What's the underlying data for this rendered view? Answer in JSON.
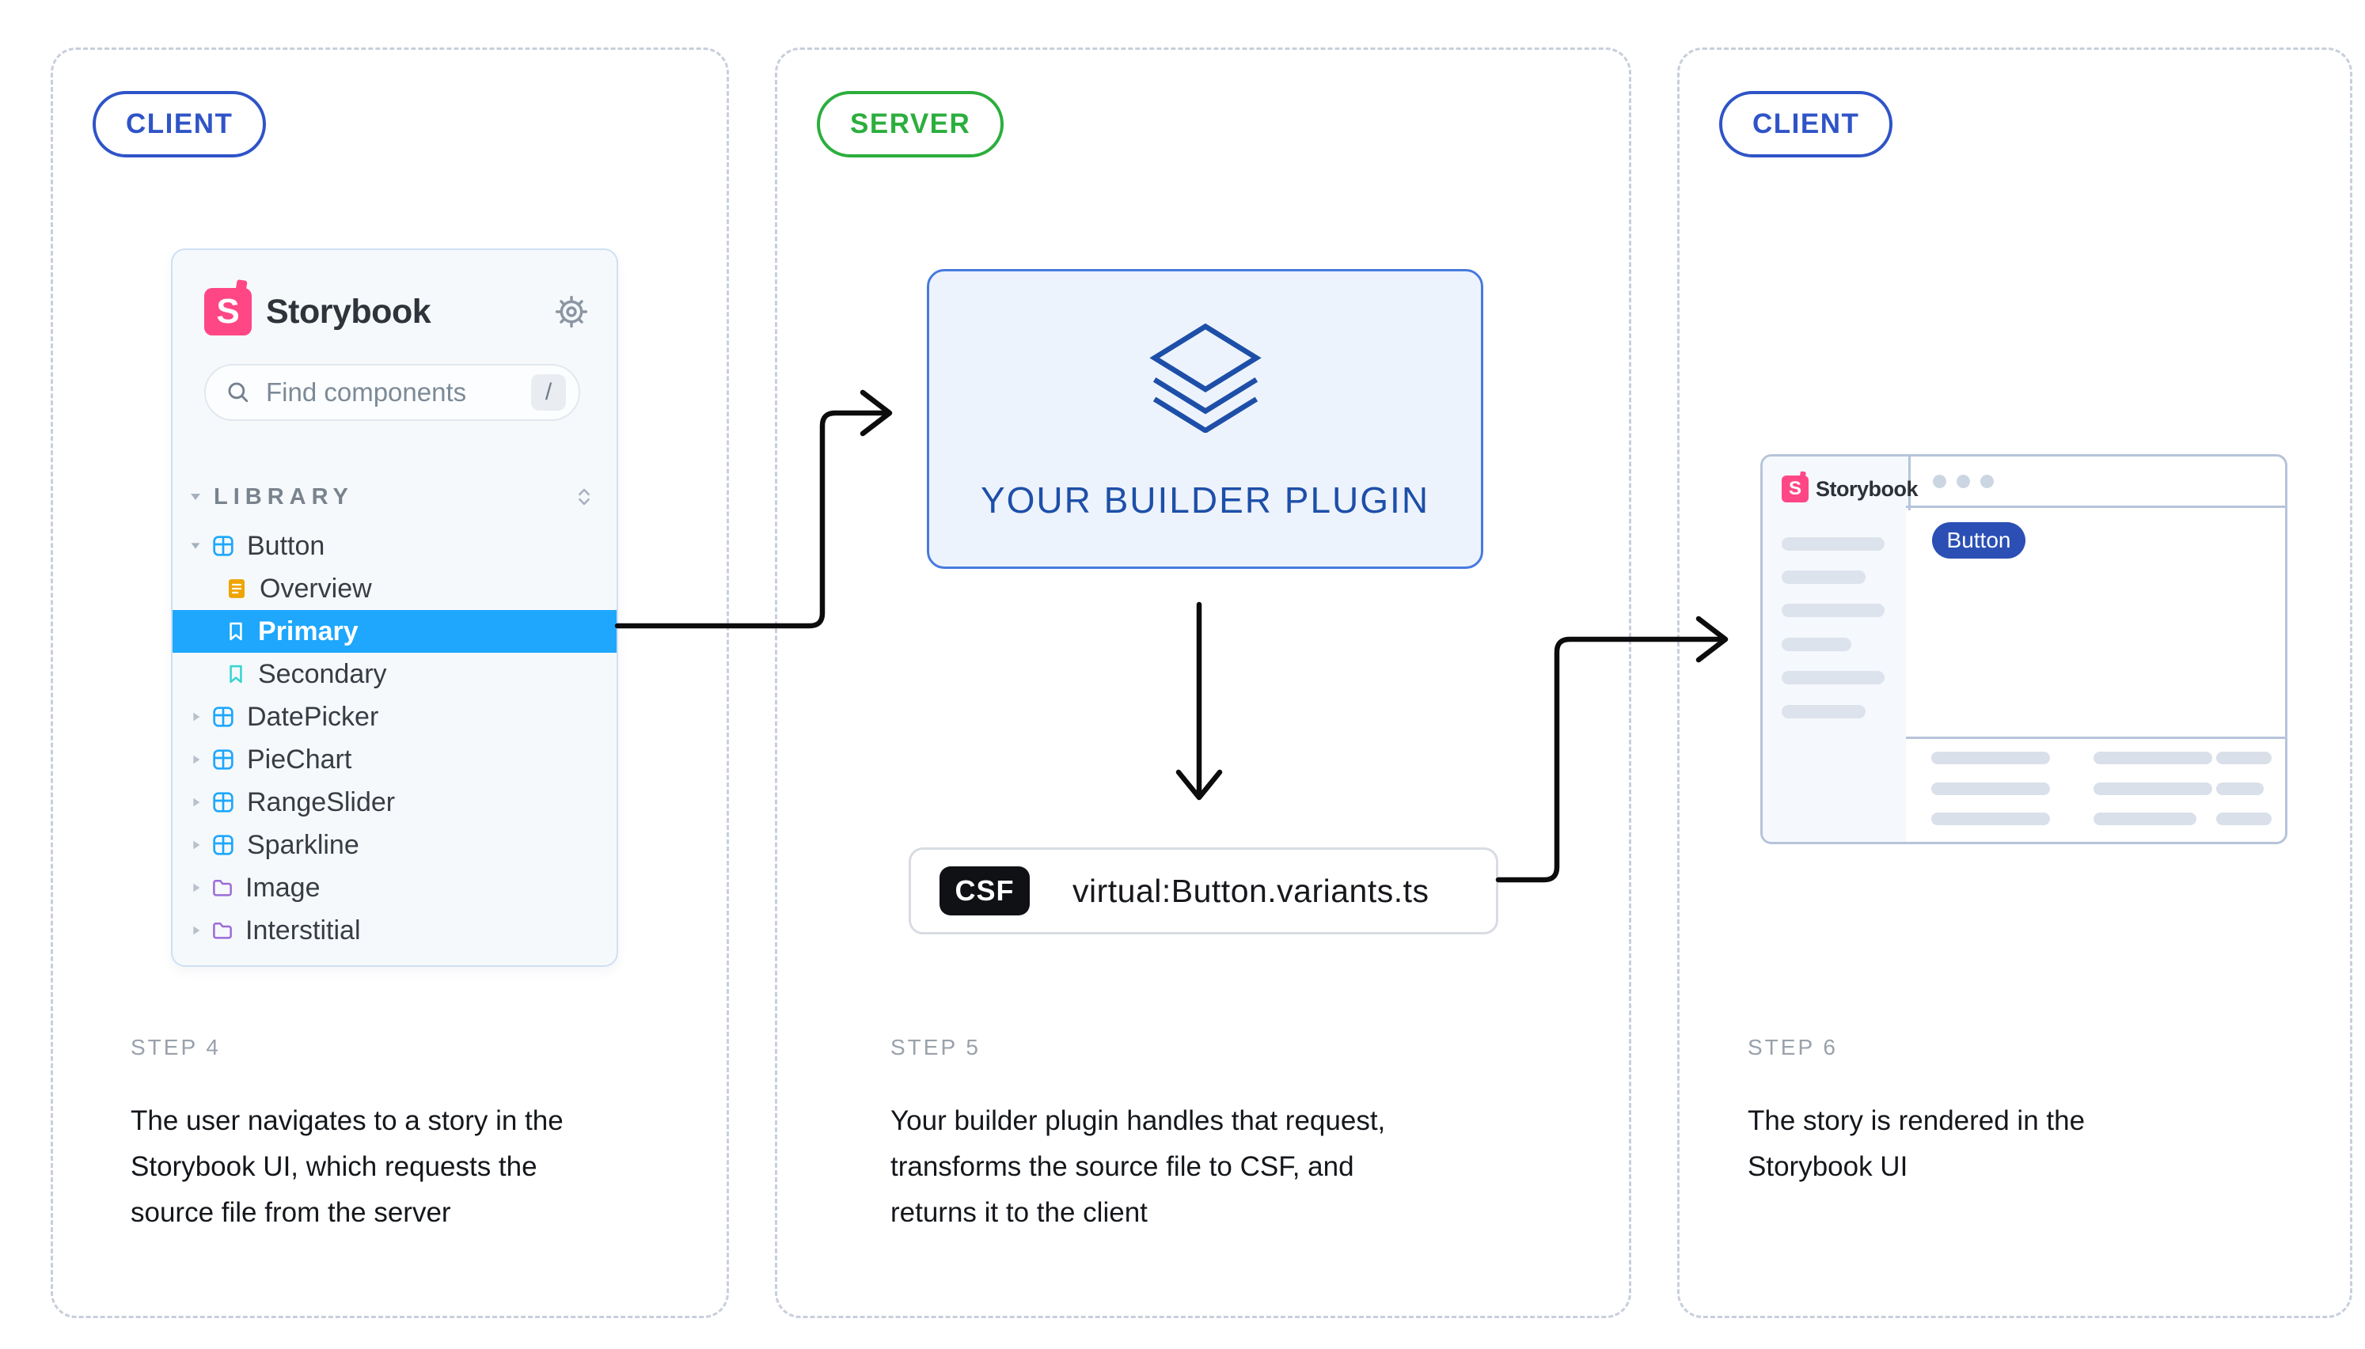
{
  "diagram": {
    "panels": [
      {
        "id": "client-left",
        "badge": "CLIENT",
        "step": {
          "label": "STEP 4",
          "lines": [
            "The user navigates to a story in the",
            "Storybook UI, which requests the",
            "source file from the server"
          ]
        }
      },
      {
        "id": "server",
        "badge": "SERVER",
        "step": {
          "label": "STEP 5",
          "lines": [
            "Your builder plugin handles that request,",
            "transforms the source file to CSF, and",
            "returns it to the client"
          ]
        }
      },
      {
        "id": "client-right",
        "badge": "CLIENT",
        "step": {
          "label": "STEP 6",
          "lines": [
            "The story is rendered in the",
            "Storybook UI"
          ]
        }
      }
    ]
  },
  "storybook": {
    "logo_text": "Storybook",
    "search": {
      "placeholder": "Find components",
      "shortcut_key": "/"
    },
    "library_label": "LIBRARY",
    "tree": [
      {
        "label": "Button",
        "type": "component",
        "expanded": true
      },
      {
        "label": "Overview",
        "type": "docs"
      },
      {
        "label": "Primary",
        "type": "story",
        "selected": true
      },
      {
        "label": "Secondary",
        "type": "story"
      },
      {
        "label": "DatePicker",
        "type": "component"
      },
      {
        "label": "PieChart",
        "type": "component"
      },
      {
        "label": "RangeSlider",
        "type": "component"
      },
      {
        "label": "Sparkline",
        "type": "component"
      },
      {
        "label": "Image",
        "type": "folder"
      },
      {
        "label": "Interstitial",
        "type": "folder"
      }
    ]
  },
  "server": {
    "plugin_label": "YOUR BUILDER PLUGIN",
    "csf": {
      "badge": "CSF",
      "filename": "virtual:Button.variants.ts"
    }
  },
  "preview": {
    "logo_text": "Storybook",
    "button_label": "Button"
  },
  "colors": {
    "badge_blue": "#2f54c7",
    "badge_green": "#2cae3d",
    "storybook_pink": "#FF4785",
    "highlight_blue": "#1ea7fd",
    "plugin_text_blue": "#1d4fa8",
    "plugin_border_blue": "#467ade",
    "preview_button_indigo": "#2b4fb5",
    "doc_orange": "#efa400",
    "bookmark_teal": "#37d5d3",
    "folder_purple": "#9b6bd7",
    "csf_badge_black": "#101114"
  }
}
